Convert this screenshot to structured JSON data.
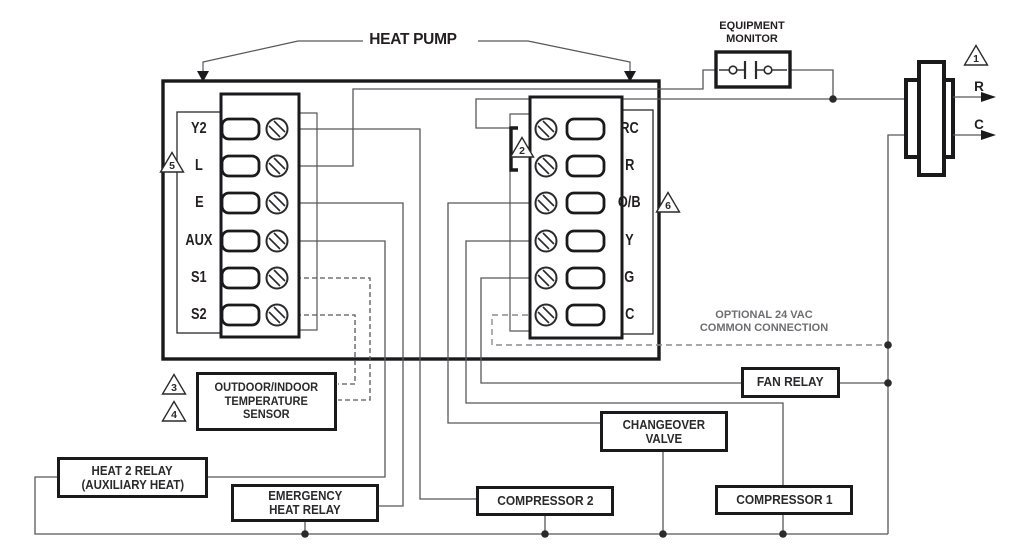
{
  "labels": {
    "heat_pump": "HEAT PUMP",
    "equipment_monitor_lines": [
      "EQUIPMENT",
      "MONITOR"
    ],
    "optional_note_lines": [
      "OPTIONAL 24 VAC",
      "COMMON CONNECTION"
    ]
  },
  "terminals": {
    "left": [
      "Y2",
      "L",
      "E",
      "AUX",
      "S1",
      "S2"
    ],
    "right": [
      "RC",
      "R",
      "O/B",
      "Y",
      "G",
      "C"
    ]
  },
  "outputs": {
    "r": "R",
    "c": "C"
  },
  "callouts": [
    "1",
    "2",
    "3",
    "4",
    "5",
    "6"
  ],
  "boxes": {
    "sensor_lines": [
      "OUTDOOR/INDOOR",
      "TEMPERATURE",
      "SENSOR"
    ],
    "heat2_relay_lines": [
      "HEAT 2 RELAY",
      "(AUXILIARY HEAT)"
    ],
    "emergency_lines": [
      "EMERGENCY",
      "HEAT RELAY"
    ],
    "changeover_lines": [
      "CHANGEOVER",
      "VALVE"
    ],
    "compressor2": "COMPRESSOR 2",
    "compressor1": "COMPRESSOR 1",
    "fan_relay": "FAN RELAY"
  },
  "colors": {
    "ink": "#231f20",
    "wire": "#56575b",
    "gray_text": "#6d6e71",
    "dashed_gray": "#8a8b8e",
    "background": "#ffffff"
  }
}
